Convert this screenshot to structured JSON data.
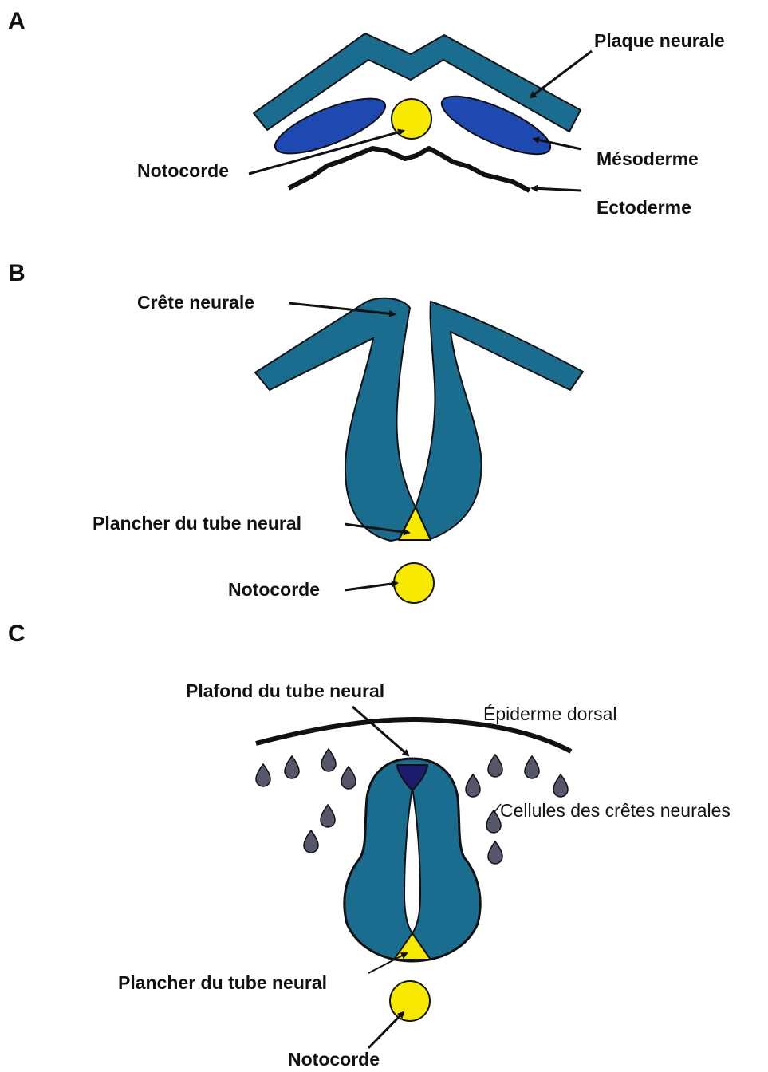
{
  "panels": {
    "a": {
      "letter": "A",
      "labels": {
        "plaque_neurale": "Plaque neurale",
        "mesoderme": "Mésoderme",
        "ectoderme": "Ectoderme",
        "notocorde": "Notocorde"
      }
    },
    "b": {
      "letter": "B",
      "labels": {
        "crete_neurale": "Crête neurale",
        "plancher": "Plancher du tube neural",
        "notocorde": "Notocorde"
      }
    },
    "c": {
      "letter": "C",
      "labels": {
        "plafond": "Plafond du tube neural",
        "epiderme": "Épiderme dorsal",
        "cellules": "Cellules des crêtes neurales",
        "plancher": "Plancher du tube neural",
        "notocorde": "Notocorde"
      }
    }
  },
  "colors": {
    "neural_tissue": "#1a6d8e",
    "mesoderm": "#1d49b0",
    "notochord": "#f7ea00",
    "floor_plate": "#f7ea00",
    "roof_plate": "#1c1b6e",
    "neural_crest_cells": "#55566a",
    "outline": "#111111"
  }
}
